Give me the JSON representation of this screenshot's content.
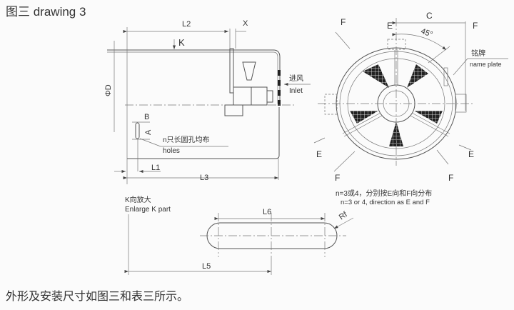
{
  "title": "图三 drawing 3",
  "side_view": {
    "L2": "L2",
    "X": "X",
    "K": "K",
    "phiD": "ΦD",
    "inlet_cn": "进风",
    "inlet_en": "Inlet",
    "B": "B",
    "A": "A",
    "holes_cn": "n只长圆孔均布",
    "holes_en": "holes",
    "L1": "L1",
    "L3": "L3"
  },
  "front_view": {
    "F_top_left": "F",
    "E_top": "E",
    "C": "C",
    "F_top_right": "F",
    "angle": "45°",
    "nameplate_cn": "铭牌",
    "nameplate_en": "name plate",
    "E_left": "E",
    "E_right": "E",
    "F_bottom_left": "F",
    "F_bottom_right": "F",
    "note_cn": "n=3或4，分别按E向和F向分布",
    "note_en": "n=3 or 4, direction as E and F"
  },
  "detail_k": {
    "title_cn": "K向放大",
    "title_en": "Enlarge K part",
    "L6": "L6",
    "Rf": "Rf",
    "L5": "L5"
  },
  "caption": "外形及安装尺寸如图三和表三所示。"
}
